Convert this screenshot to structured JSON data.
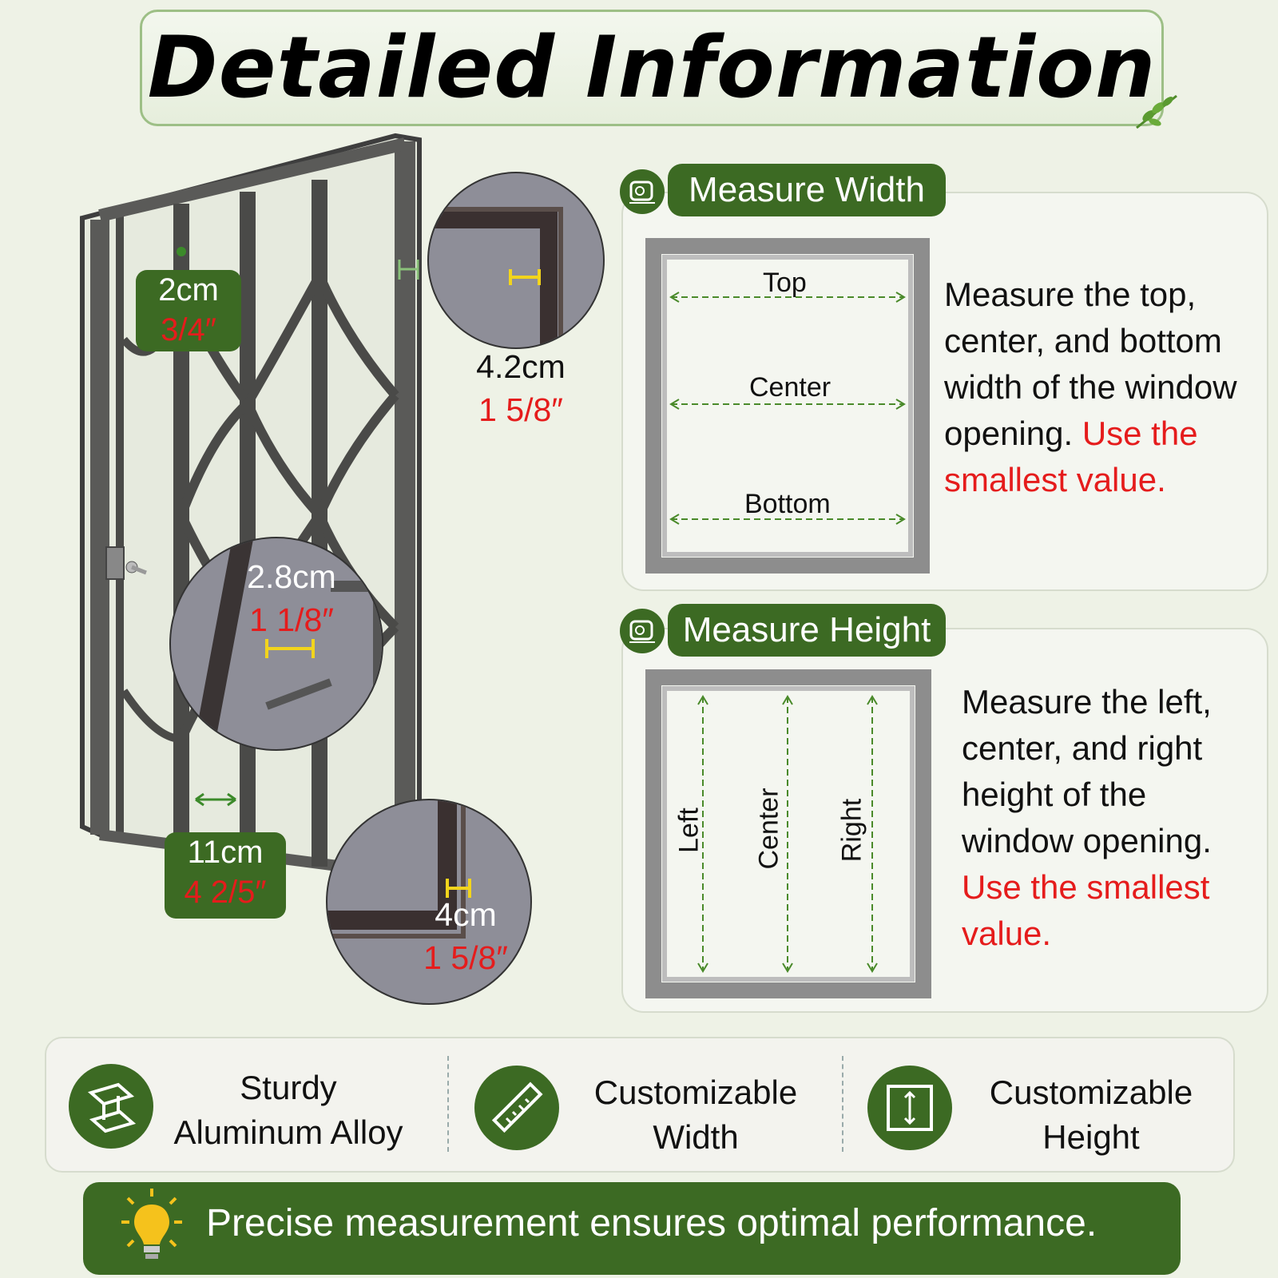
{
  "header": {
    "title": "Detailed Information"
  },
  "product_labels": {
    "top_bar": {
      "metric": "2cm",
      "imperial": "3/4″"
    },
    "frame_depth": {
      "metric": "4.2cm",
      "imperial": "1 5/8″"
    },
    "mid_bar": {
      "metric": "2.8cm",
      "imperial": "1 1/8″"
    },
    "gap": {
      "metric": "11cm",
      "imperial": "4 2/5″"
    },
    "bottom_frame": {
      "metric": "4cm",
      "imperial": "1 5/8″"
    }
  },
  "measure_width": {
    "heading": "Measure Width",
    "labels": {
      "top": "Top",
      "center": "Center",
      "bottom": "Bottom"
    },
    "description": "Measure the top, center, and bottom width of the window opening.",
    "highlight": "Use the smallest value."
  },
  "measure_height": {
    "heading": "Measure Height",
    "labels": {
      "left": "Left",
      "center": "Center",
      "right": "Right"
    },
    "description": "Measure the left, center, and right height of the window opening.",
    "highlight": "Use the smallest value."
  },
  "features": [
    {
      "line1": "Sturdy",
      "line2": "Aluminum Alloy",
      "icon": "steel-beam-icon"
    },
    {
      "line1": "Customizable",
      "line2": "Width",
      "icon": "ruler-icon"
    },
    {
      "line1": "Customizable",
      "line2": "Height",
      "icon": "height-frame-icon"
    }
  ],
  "footer": {
    "text": "Precise measurement ensures optimal performance.",
    "icon": "lightbulb-icon"
  },
  "colors": {
    "brand_green": "#3c6a23",
    "highlight_red": "#e51c1c",
    "background": "#eef2e6"
  }
}
